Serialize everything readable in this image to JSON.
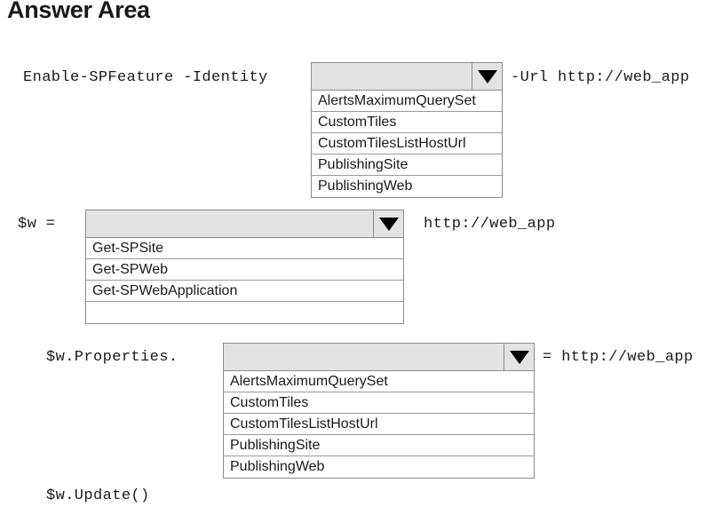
{
  "page": {
    "title": "Answer Area"
  },
  "lines": [
    {
      "id": "line-1",
      "prefix": "Enable-SPFeature -Identity",
      "suffix": "-Url http://web_app",
      "dropdown": {
        "name": "identity-dropdown",
        "value": "",
        "arrow_icon": "chevron-down-icon",
        "options": [
          "AlertsMaximumQuerySet",
          "CustomTiles",
          "CustomTilesListHostUrl",
          "PublishingSite",
          "PublishingWeb"
        ]
      }
    },
    {
      "id": "line-2",
      "prefix": "$w =",
      "suffix": "http://web_app",
      "dropdown": {
        "name": "cmdlet-dropdown",
        "value": "",
        "arrow_icon": "chevron-down-icon",
        "options": [
          "Get-SPSite",
          "Get-SPWeb",
          "Get-SPWebApplication",
          ""
        ]
      }
    },
    {
      "id": "line-3",
      "prefix": "$w.Properties.",
      "suffix": "= http://web_app",
      "dropdown": {
        "name": "property-dropdown",
        "value": "",
        "arrow_icon": "chevron-down-icon",
        "options": [
          "AlertsMaximumQuerySet",
          "CustomTiles",
          "CustomTilesListHostUrl",
          "PublishingSite",
          "PublishingWeb"
        ]
      }
    },
    {
      "id": "line-4",
      "prefix": "$w.Update()",
      "suffix": "",
      "dropdown": null
    }
  ],
  "colors": {
    "dropdown_header_bg": "#e3e3e3",
    "border": "#8c8c8c",
    "text": "#1a1a1a",
    "arrow": "#000000",
    "list_bg": "#ffffff"
  }
}
